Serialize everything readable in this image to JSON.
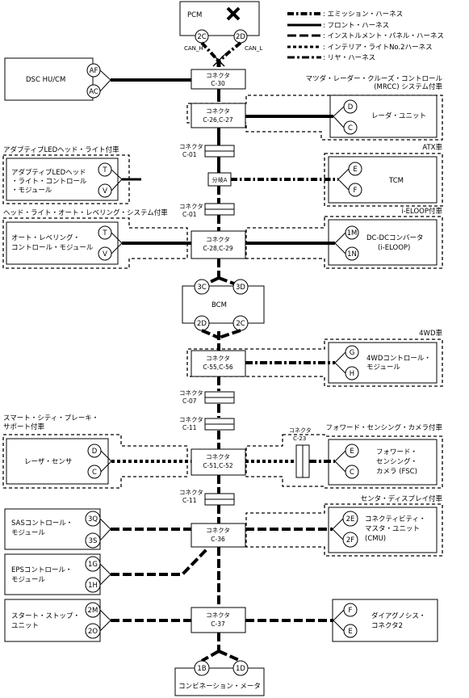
{
  "legend": {
    "emission": ": エミッション・ハーネス",
    "front": ": フロント・ハーネス",
    "instrument": ": インストルメント・パネル・ハーネス",
    "interior": ": インテリア・ライトNo.2ハーネス",
    "rear": ": リヤ・ハーネス"
  },
  "pcm": {
    "label": "PCM",
    "pin_left": "2C",
    "pin_right": "2D",
    "can_h": "CAN_H",
    "can_l": "CAN_L"
  },
  "dsc": {
    "label": "DSC HU/CM",
    "pin_top": "AF",
    "pin_bottom": "AC"
  },
  "c30": {
    "l1": "コネクタ",
    "l2": "C-30"
  },
  "mrcc": {
    "cond1": "マツダ・レーダー・クルーズ・コントロール",
    "cond2": "(MRCC) システム付車",
    "label": "レーダ・ユニット",
    "pin_top": "D",
    "pin_bottom": "C"
  },
  "c26": {
    "l1": "コネクタ",
    "l2": "C-26,C-27"
  },
  "c01a": {
    "l1": "コネクタ",
    "l2": "C-01"
  },
  "adaptive": {
    "cond": "アダプティブLEDヘッド・ライト付車",
    "l1": "アダプティブLEDヘッド",
    "l2": "・ライト・コントロール",
    "l3": "・モジュール",
    "pin_top": "T",
    "pin_bottom": "V"
  },
  "atx": {
    "cond": "ATX車",
    "label": "TCM",
    "pin_top": "E",
    "pin_bottom": "F"
  },
  "branch": {
    "label": "分岐A"
  },
  "c01b": {
    "l1": "コネクタ",
    "l2": "C-01"
  },
  "leveling": {
    "cond": "ヘッド・ライト・オート・レベリング・システム付車",
    "l1": "オート・レベリング・",
    "l2": "コントロール・モジュール",
    "pin_top": "T",
    "pin_bottom": "V"
  },
  "eloop": {
    "cond": "i-ELOOP付車",
    "l1": "DC-DCコンバータ",
    "l2": "(i-ELOOP)",
    "pin_top": "1M",
    "pin_bottom": "1N"
  },
  "c28": {
    "l1": "コネクタ",
    "l2": "C-28,C-29"
  },
  "bcm": {
    "label": "BCM",
    "pin_tl": "3C",
    "pin_tr": "3D",
    "pin_bl": "2D",
    "pin_br": "2C"
  },
  "awd": {
    "cond": "4WD車",
    "l1": "4WDコントロール・",
    "l2": "モジュール",
    "pin_top": "G",
    "pin_bottom": "H"
  },
  "c55": {
    "l1": "コネクタ",
    "l2": "C-55,C-56"
  },
  "c07": {
    "l1": "コネクタ",
    "l2": "C-07"
  },
  "c11a": {
    "l1": "コネクタ",
    "l2": "C-11"
  },
  "scbs": {
    "cond1": "スマート・シティ・ブレーキ・",
    "cond2": "サポート付車",
    "label": "レーザ・センサ",
    "pin_top": "D",
    "pin_bottom": "C"
  },
  "camera": {
    "cond": "フォワード・センシング・カメラ付車",
    "l1": "フォワード・",
    "l2": "センシング・",
    "l3": "カメラ (FSC)",
    "pin_top": "E",
    "pin_bottom": "C"
  },
  "c23": {
    "l1": "コネクタ",
    "l2": "C-23"
  },
  "c51": {
    "l1": "コネクタ",
    "l2": "C-51,C-52"
  },
  "c11b": {
    "l1": "コネクタ",
    "l2": "C-11"
  },
  "sas": {
    "l1": "SASコントロール・",
    "l2": "モジュール",
    "pin_top": "3Q",
    "pin_bottom": "3S"
  },
  "cmu": {
    "cond": "センタ・ディスプレイ付車",
    "l1": "コネクティビティ・",
    "l2": "マスタ・ユニット",
    "l3": "(CMU)",
    "pin_top": "2E",
    "pin_bottom": "2F"
  },
  "c36": {
    "l1": "コネクタ",
    "l2": "C-36"
  },
  "eps": {
    "l1": "EPSコントロール・",
    "l2": "モジュール",
    "pin_top": "1G",
    "pin_bottom": "1H"
  },
  "startstop": {
    "l1": "スタート・ストップ・",
    "l2": "ユニット",
    "pin_top": "2M",
    "pin_bottom": "2O"
  },
  "diag": {
    "l1": "ダイアグノシス・",
    "l2": "コネクタ2",
    "pin_top": "F",
    "pin_bottom": "E"
  },
  "c37": {
    "l1": "コネクタ",
    "l2": "C-37"
  },
  "meter": {
    "label": "コンビネーション・メータ",
    "pin_left": "1B",
    "pin_right": "1D"
  }
}
